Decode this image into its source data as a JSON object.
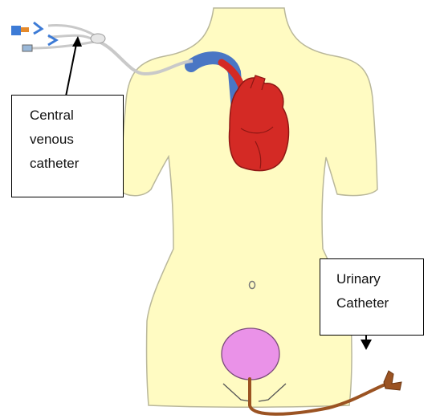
{
  "labels": {
    "central_venous_catheter": [
      "Central",
      "venous",
      "catheter"
    ],
    "urinary_catheter": [
      "Urinary",
      "Catheter"
    ]
  },
  "colors": {
    "body_fill": "#fffbc2",
    "body_outline": "#b9b79a",
    "heart": "#d42a25",
    "vessel": "#4a76c4",
    "bladder": "#ea92e8",
    "urinary_tube": "#9b5322",
    "cvc_tube": "#c9c9c9",
    "connector_blue": "#3d7bd6",
    "connector_orange": "#e58a2b"
  }
}
